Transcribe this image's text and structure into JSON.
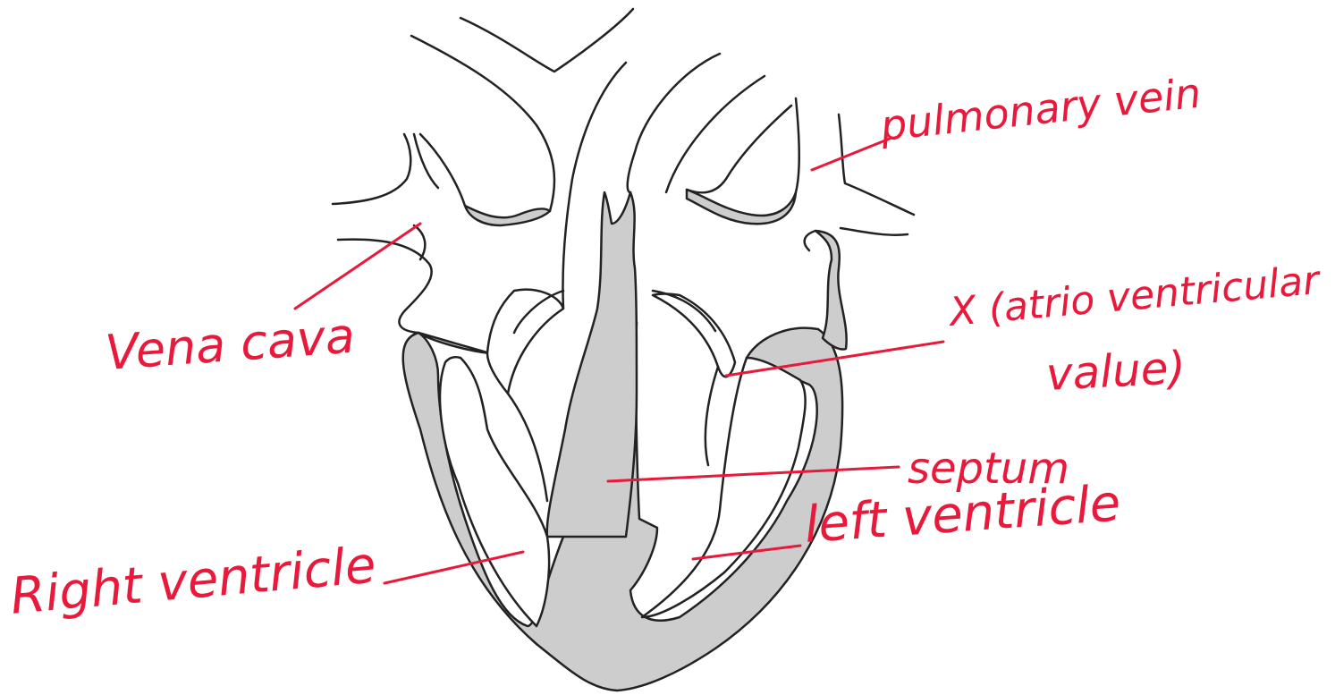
{
  "labels": {
    "pulmonary_vein": "pulmonary vein",
    "vena_cava": "Vena cava",
    "x_line1": "X (atrio ventricular",
    "x_line2": "value)",
    "septum": "septum",
    "left_ventricle": "left ventricle",
    "right_ventricle": "Right ventricle"
  },
  "colors": {
    "annotation": "#e8193a",
    "outline": "#222222",
    "muscle": "#cdcdcd",
    "background": "#ffffff"
  }
}
